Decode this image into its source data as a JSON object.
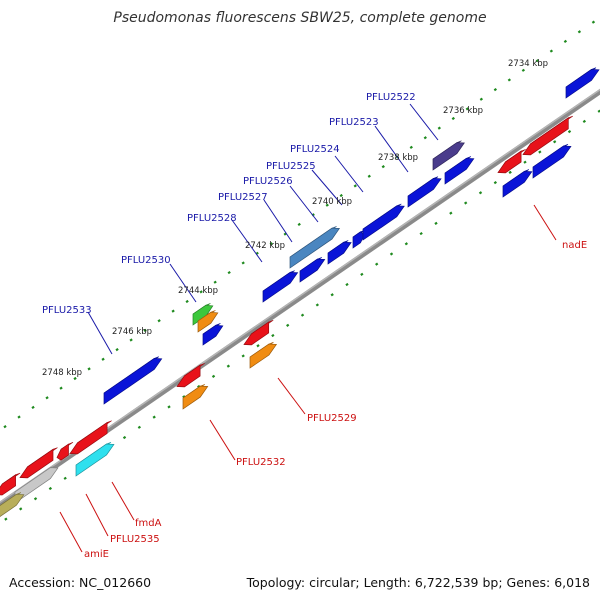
{
  "title": "Pseudomonas fluorescens SBW25, complete genome",
  "footer": {
    "accession": "Accession: NC_012660",
    "summary": "Topology: circular; Length: 6,722,539 bp; Genes: 6,018"
  },
  "ticks": [
    {
      "label": "2734 kbp"
    },
    {
      "label": "2736 kbp"
    },
    {
      "label": "2738 kbp"
    },
    {
      "label": "2740 kbp"
    },
    {
      "label": "2742 kbp"
    },
    {
      "label": "2744 kbp"
    },
    {
      "label": "2746 kbp"
    },
    {
      "label": "2748 kbp"
    }
  ],
  "gene_labels": [
    {
      "text": "PFLU2522",
      "color": "#1a1aa8"
    },
    {
      "text": "PFLU2523",
      "color": "#1a1aa8"
    },
    {
      "text": "PFLU2524",
      "color": "#1a1aa8"
    },
    {
      "text": "PFLU2525",
      "color": "#1a1aa8"
    },
    {
      "text": "PFLU2526",
      "color": "#1a1aa8"
    },
    {
      "text": "PFLU2527",
      "color": "#1a1aa8"
    },
    {
      "text": "PFLU2528",
      "color": "#1a1aa8"
    },
    {
      "text": "PFLU2530",
      "color": "#1a1aa8"
    },
    {
      "text": "PFLU2533",
      "color": "#1a1aa8"
    },
    {
      "text": "nadE",
      "color": "#cc1111"
    },
    {
      "text": "PFLU2529",
      "color": "#cc1111"
    },
    {
      "text": "PFLU2532",
      "color": "#cc1111"
    },
    {
      "text": "fmdA",
      "color": "#cc1111"
    },
    {
      "text": "PFLU2535",
      "color": "#cc1111"
    },
    {
      "text": "amiE",
      "color": "#cc1111"
    }
  ],
  "colors": {
    "backbone": "#8a8a8a",
    "tick_dots": "#1f8a1f",
    "forward_cds": "#0a14d8",
    "reverse_cds": "#e8121a",
    "orange_feature": "#f08c12",
    "cyan_feature": "#2ee0ee",
    "steel_feature": "#4a86c0",
    "purple_feature": "#4a3c8c",
    "green_feature": "#3cc83c",
    "gray_feature": "#c8c8c8",
    "olive_feature": "#b8ae5a"
  }
}
